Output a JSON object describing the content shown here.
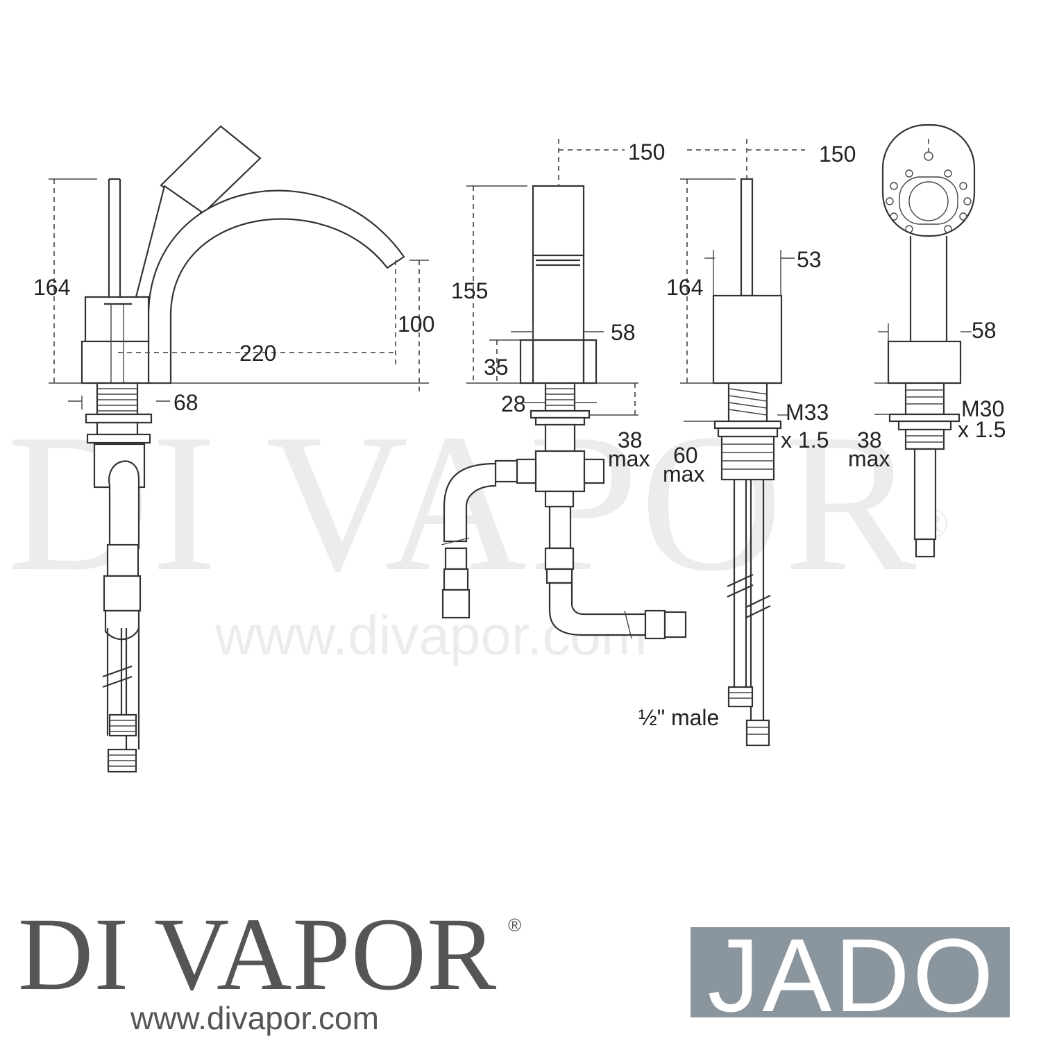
{
  "watermark": {
    "name": "DI VAPOR",
    "registered": "®",
    "url": "www.divapor.com"
  },
  "dimensions": {
    "mixer_height": "164",
    "spout_reach": "220",
    "spout_height": "100",
    "base_diameter": "68",
    "handle_height": "155",
    "handle_base": "35",
    "handle_width": "58",
    "handle_shank": "28",
    "handle_max_line1": "38",
    "handle_max_line2": "max",
    "centre_distance_1": "150",
    "centre_distance_2": "150",
    "rod_height": "164",
    "rod_width": "53",
    "rod_thread_line1": "M33",
    "rod_thread_line2": "x 1.5",
    "rod_max_line1": "60",
    "rod_max_line2": "max",
    "hose_connection": "½\" male",
    "shower_width": "58",
    "shower_thread_line1": "M30",
    "shower_thread_line2": "x 1.5",
    "shower_max_line1": "38",
    "shower_max_line2": "max"
  },
  "footer": {
    "logo_text": "DI VAPOR",
    "logo_mark": "®",
    "website": "www.divapor.com",
    "brand": "JADO"
  },
  "colors": {
    "line": "#333333",
    "logo": "#555555",
    "brand_box": "#8a959e"
  }
}
